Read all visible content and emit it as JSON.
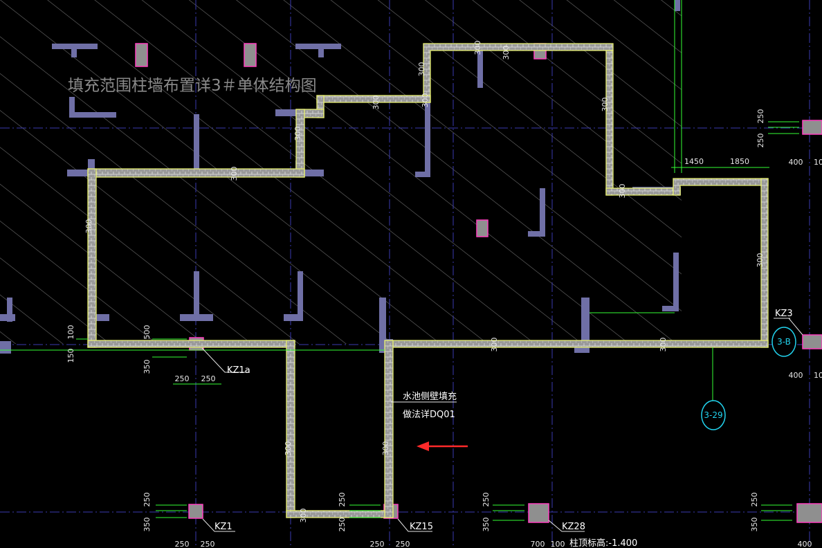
{
  "drawing": {
    "title": "填充范围柱墙布置详3＃单体结构图",
    "callout": {
      "line1": "水池侧壁填充",
      "line2": "做法详DQ01"
    },
    "colors": {
      "background": "#000000",
      "hatch": "#6e6e6e",
      "wall_outline": "#e8f070",
      "brick_fill": "#bdbdbd",
      "column_fill": "#8f8f8f",
      "column_outline": "#ff3fbf",
      "concrete_wall": "#6f6fa6",
      "axis_line": "#3a3ab0",
      "dimension_line": "#33ff33",
      "axis_bubble": "#22d3ee",
      "arrow": "#ff2a2a"
    },
    "wall_thickness_labels": [
      "300",
      "300",
      "300",
      "300",
      "300",
      "300",
      "300",
      "300",
      "300",
      "300",
      "300",
      "300",
      "300",
      "300",
      "300",
      "300"
    ],
    "columns": [
      {
        "label": "KZ1a"
      },
      {
        "label": "KZ3"
      },
      {
        "label": "KZ1"
      },
      {
        "label": "KZ15"
      },
      {
        "label": "KZ28"
      }
    ],
    "column_note": "柱顶标高:-1.400",
    "axis_bubbles": [
      "3-B",
      "3-29"
    ],
    "dimensions": {
      "top_right_row": [
        "1450",
        "1850"
      ],
      "right_column_a": [
        "250",
        "250"
      ],
      "right_column_b": [
        "400",
        "10",
        "400",
        "10"
      ],
      "left_stack": [
        "100",
        "150",
        "350",
        "500"
      ],
      "under_kz1a": [
        "250",
        "250"
      ],
      "bottom_left": [
        "250",
        "350",
        "250",
        "250"
      ],
      "bottom_mid": [
        "250",
        "250",
        "250",
        "250"
      ],
      "bottom_kz28": [
        "250",
        "350",
        "700",
        "100"
      ],
      "bottom_right": [
        "250",
        "350",
        "400"
      ]
    }
  }
}
